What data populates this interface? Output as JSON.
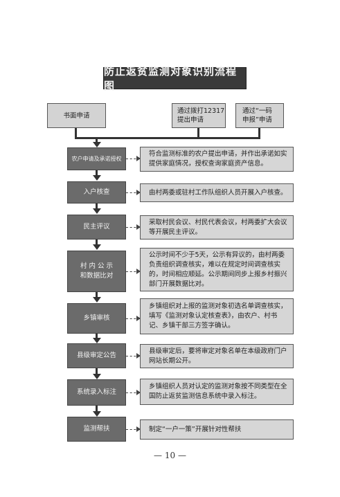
{
  "title": "防止返贫监测对象识别流程图",
  "sources": {
    "written": "书面申请",
    "hotline_line1": "通过拨打12317",
    "hotline_line2": "提出申请",
    "app_line1": "通过“一码",
    "app_line2": "申报”申请"
  },
  "steps": [
    {
      "label": "农户申请及承诺授权",
      "desc": "符合监测标准的农户提出申请，并作出承诺如实提供家庭情况，授权查询家庭资产信息。"
    },
    {
      "label": "入户核查",
      "desc": "由村两委或驻村工作队组织人员开展入户核查。"
    },
    {
      "label": "民主评议",
      "desc": "采取村民会议、村民代表会议，村两委扩大会议等开展民主评议。"
    },
    {
      "label_line1": "村 内 公 示",
      "label_line2": "和数据比对",
      "desc": "公示时间不少于5天，公示有异议的，由村两委负责组织调查核实，难以在规定时间调查核实的，时间相应顺延。公示期间同步上报乡村振兴部门开展数据比对。"
    },
    {
      "label": "乡镇审核",
      "desc": "乡镇组织对上报的监测对象初选名单调查核实，填写《监测对象认定核查表》，由农户、村书记、乡镇干部三方签字确认。"
    },
    {
      "label": "县级审定公告",
      "desc": "县级审定后，要将审定对象名单在本级政府门户网站长期公开。"
    },
    {
      "label": "系统录入标注",
      "desc": "乡镇组织人员对认定的监测对象按不同类型在全国防止返贫监测信息系统中录入标注。"
    },
    {
      "label": "监测帮扶",
      "desc": "制定“一户一策”开展针对性帮扶"
    }
  ],
  "page_number": "— 10 —"
}
